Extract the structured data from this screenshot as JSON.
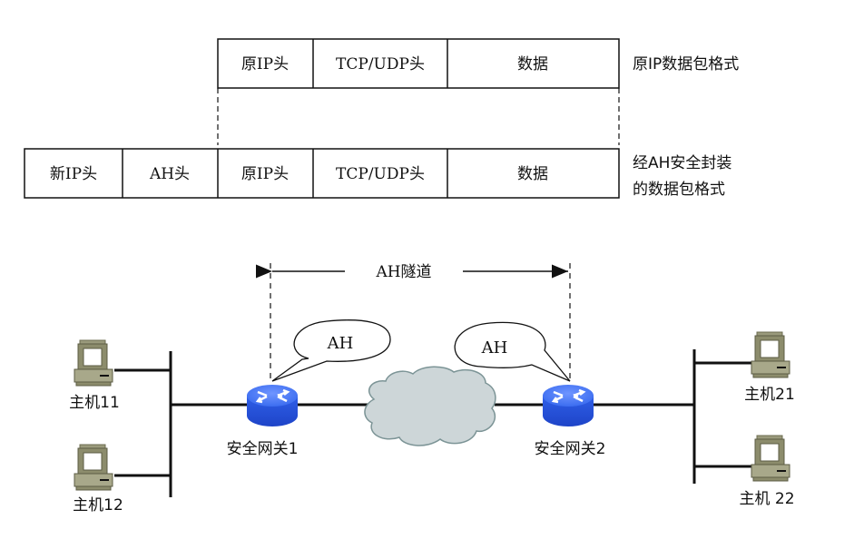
{
  "packet_formats": {
    "original": {
      "caption": "原IP数据包格式",
      "fields": [
        "原IP头",
        "TCP/UDP头",
        "数据"
      ]
    },
    "encapsulated": {
      "caption_line1": "经AH安全封装",
      "caption_line2": "的数据包格式",
      "fields": [
        "新IP头",
        "AH头",
        "原IP头",
        "TCP/UDP头",
        "数据"
      ]
    }
  },
  "network": {
    "tunnel_label": "AH隧道",
    "bubble_left": "AH",
    "bubble_right": "AH",
    "gateways": [
      "安全网关1",
      "安全网关2"
    ],
    "hosts_left": [
      "主机11",
      "主机12"
    ],
    "hosts_right": [
      "主机21",
      "主机 22"
    ]
  },
  "colors": {
    "router_blue": "#3c6df0",
    "cloud_fill": "#cdd6d8",
    "host_olive": "#8c8c6c",
    "line": "#111111"
  }
}
